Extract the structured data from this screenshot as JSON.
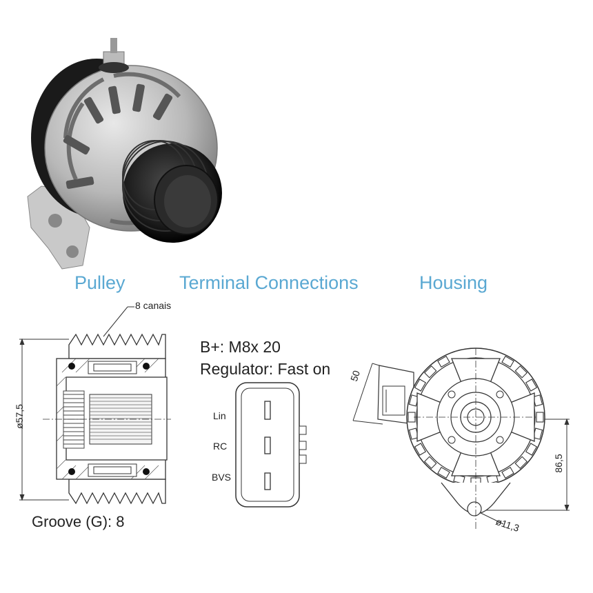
{
  "headings": {
    "pulley": "Pulley",
    "terminal": "Terminal Connections",
    "housing": "Housing"
  },
  "pulley": {
    "channels_note": "8 canais",
    "diameter": "ø57,5",
    "groove": "Groove (G): 8"
  },
  "terminal": {
    "b_plus": "B+: M8x 20",
    "regulator": "Regulator: Fast on",
    "pins": [
      "Lin",
      "RC",
      "BVS"
    ]
  },
  "housing": {
    "dim_top": "50",
    "dim_right": "86,5",
    "dim_hole": "ø11,3"
  }
}
